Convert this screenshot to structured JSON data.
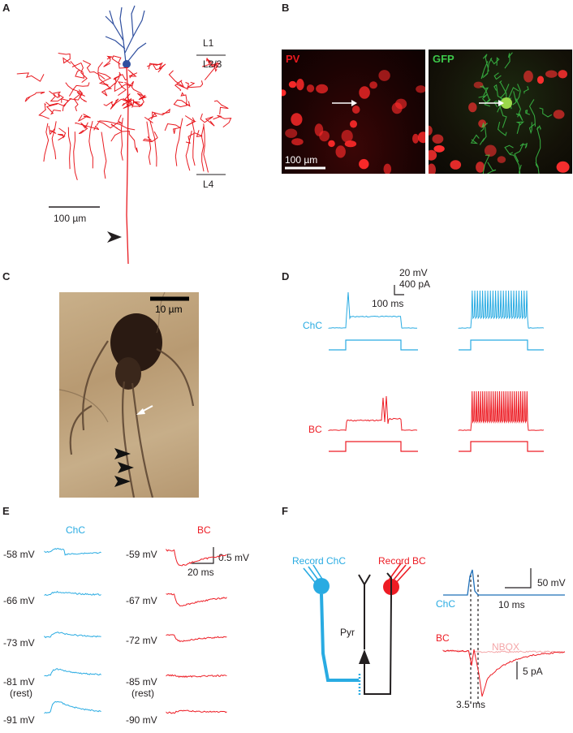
{
  "panels": {
    "a": {
      "letter": "A",
      "layer_l1": "L1",
      "layer_l23": "L2/3",
      "layer_l4": "L4",
      "scale": "100 µm"
    },
    "b": {
      "letter": "B",
      "pv": "PV",
      "gfp": "GFP",
      "scale": "100 µm"
    },
    "c": {
      "letter": "C",
      "scale": "10 µm"
    },
    "d": {
      "letter": "D",
      "scale_mv": "20 mV",
      "scale_pa": "400 pA",
      "scale_ms": "100 ms",
      "chc": "ChC",
      "bc": "BC"
    },
    "e": {
      "letter": "E",
      "chc": "ChC",
      "bc": "BC",
      "scale_mv": "0.5 mV",
      "scale_ms": "20 ms",
      "chc_vm": [
        "-58 mV",
        "-66 mV",
        "-73 mV",
        "-81 mV",
        "-91 mV"
      ],
      "bc_vm": [
        "-59 mV",
        "-67 mV",
        "-72 mV",
        "-85 mV",
        "-90 mV"
      ],
      "rest": "(rest)"
    },
    "f": {
      "letter": "F",
      "record_chc": "Record ChC",
      "record_bc": "Record BC",
      "pyr": "Pyr",
      "chc": "ChC",
      "bc": "BC",
      "nbqx": "NBQX",
      "scale_mv": "50 mV",
      "scale_ms": "10 ms",
      "scale_pa": "5 pA",
      "latency": "3.5 ms"
    }
  },
  "colors": {
    "chc": "#29abe2",
    "bc": "#ed1c24",
    "nbqx": "#f4a6a8",
    "ink": "#231f20",
    "pv": "#e8191f",
    "gfp": "#3cc84a"
  }
}
